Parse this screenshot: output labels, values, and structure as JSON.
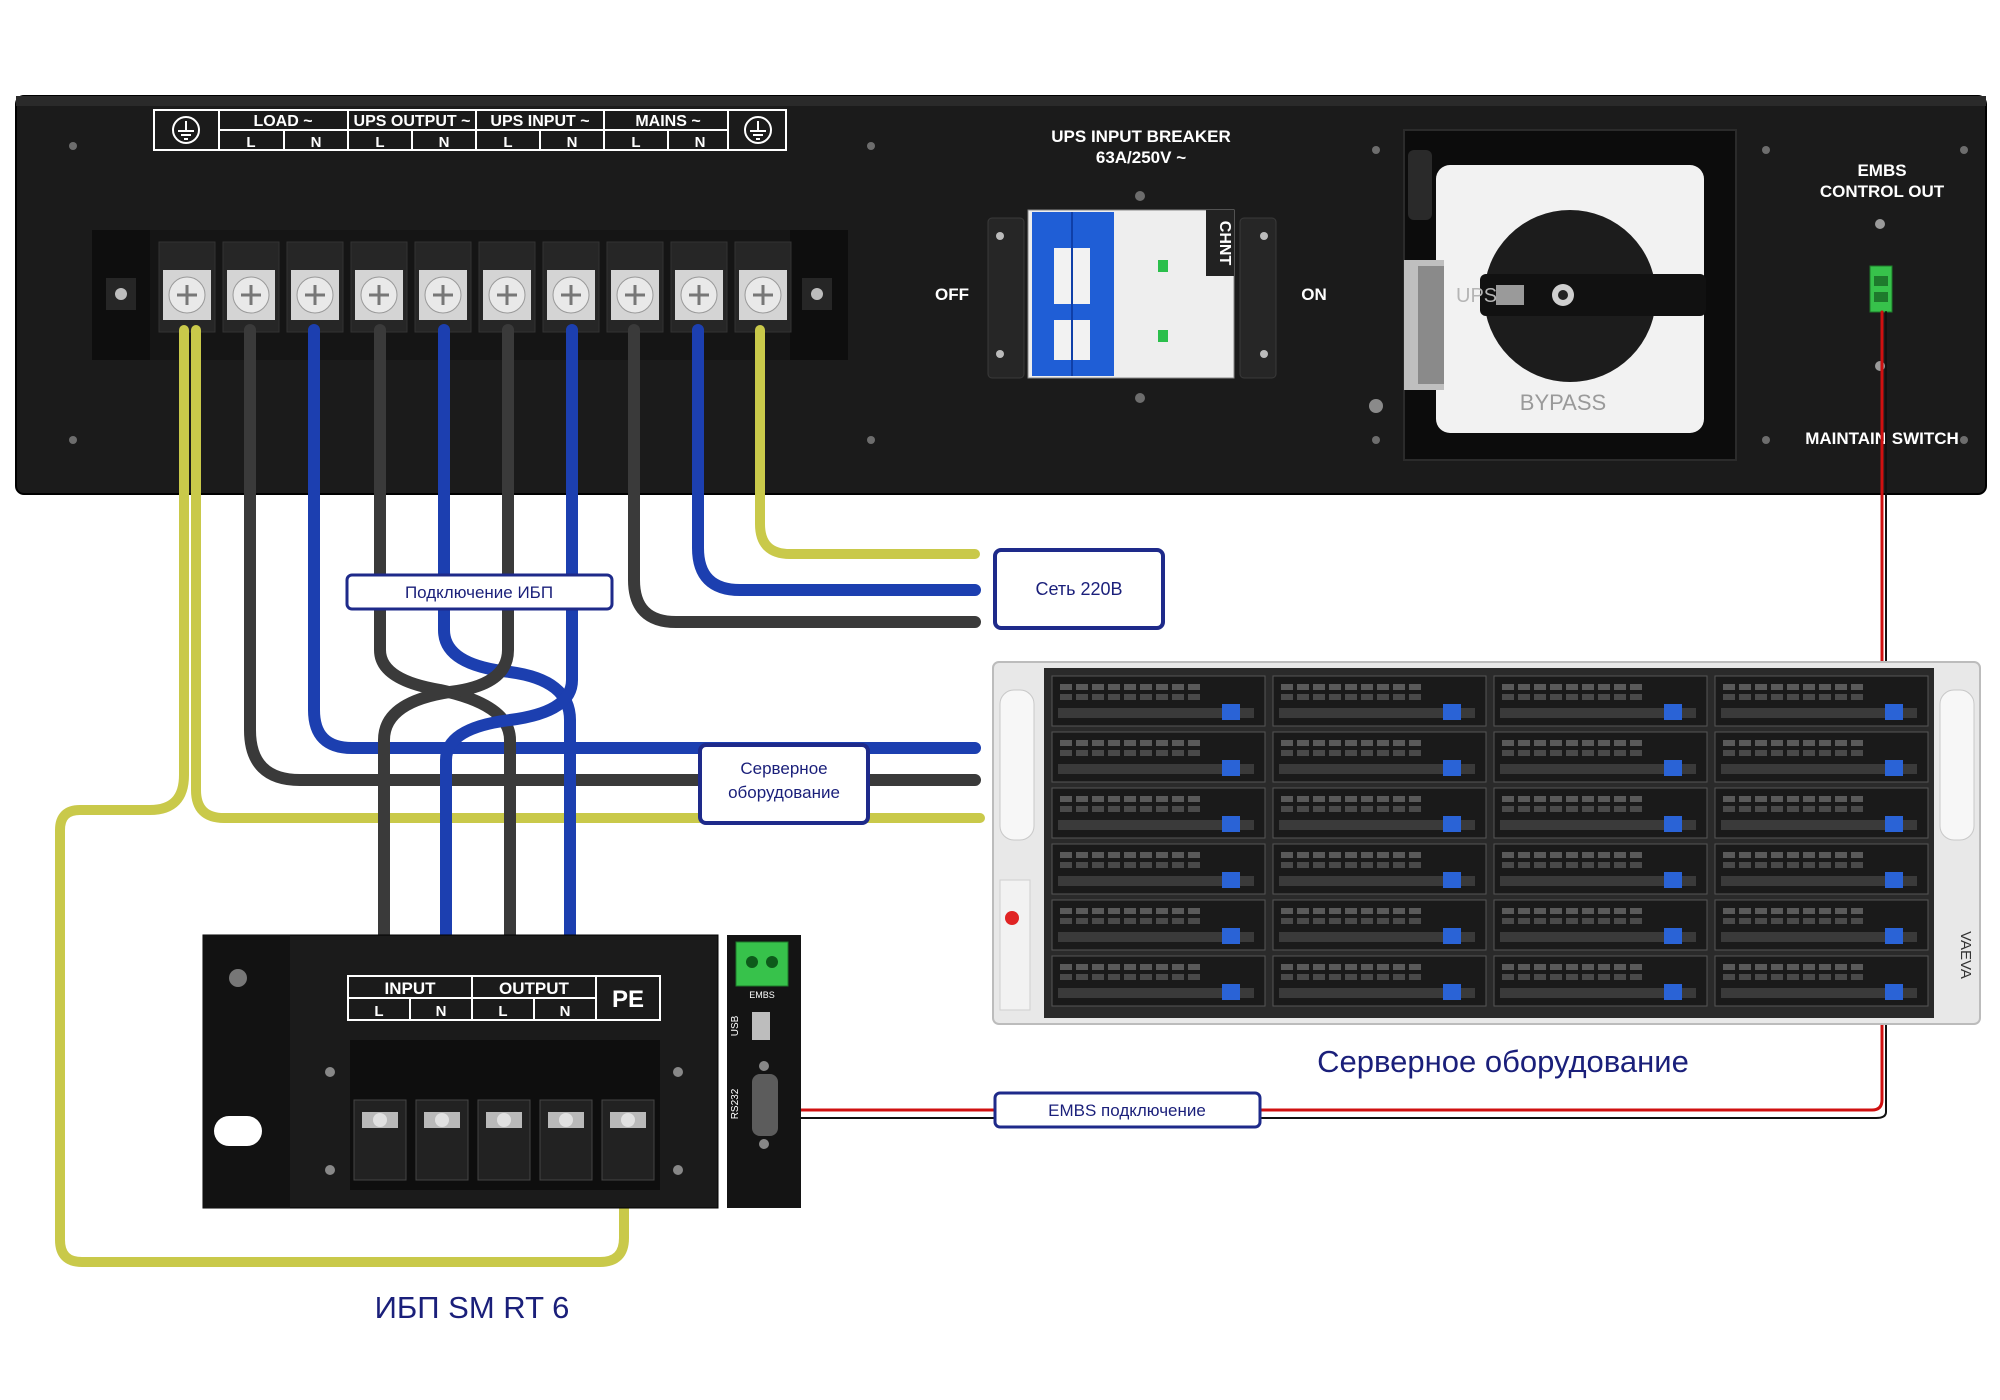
{
  "pdu": {
    "terminal_groups": [
      "LOAD ~",
      "UPS OUTPUT ~",
      "UPS INPUT ~",
      "MAINS ~"
    ],
    "terminal_letters": [
      "L",
      "N",
      "L",
      "N",
      "L",
      "N",
      "L",
      "N"
    ],
    "breaker_title_line1": "UPS INPUT BREAKER",
    "breaker_title_line2": "63A/250V ~",
    "breaker_off": "OFF",
    "breaker_on": "ON",
    "breaker_brand": "CHNT",
    "switch_ups": "UPS",
    "switch_bypass": "BYPASS",
    "embs_line1": "EMBS",
    "embs_line2": "CONTROL OUT",
    "maintain_switch": "MAINTAIN SWITCH"
  },
  "callouts": {
    "mains_220": "Сеть 220В",
    "ups_connection": "Подключение ИБП",
    "server_line1": "Серверное",
    "server_line2": "оборудование",
    "embs_connection": "EMBS подключение"
  },
  "captions": {
    "server": "Серверное оборудование",
    "ups": "ИБП SM RT 6"
  },
  "ups_unit": {
    "input": "INPUT",
    "output": "OUTPUT",
    "pe": "PE",
    "letters": [
      "L",
      "N",
      "L",
      "N"
    ],
    "port_embs": "EMBS",
    "port_usb": "USB",
    "port_rs232": "RS232"
  },
  "server": {
    "brand": "VAEVA",
    "bays": 24
  },
  "colors": {
    "panel": "#1b1b1b",
    "wire_phase": "#3a3a3a",
    "wire_neutral": "#1c3fb0",
    "wire_pe": "#c9c94a",
    "wire_signal": "#d01010",
    "callout_border": "#1e2a8a",
    "caption_text": "#1a1f7a"
  }
}
